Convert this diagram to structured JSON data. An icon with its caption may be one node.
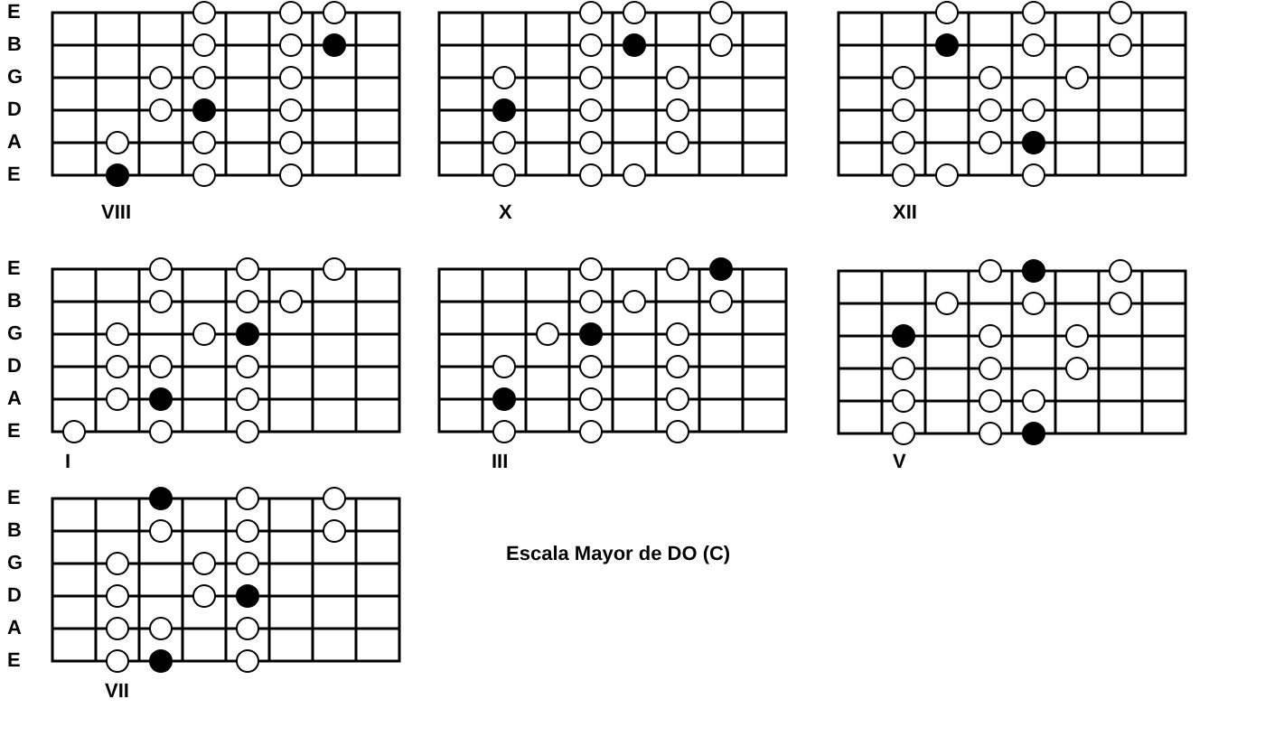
{
  "diagram": {
    "labels": [
      "E",
      "B",
      "G",
      "D",
      "A",
      "E",
      "VIII",
      "X",
      "XII",
      "E",
      "B",
      "G",
      "D",
      "A",
      "E",
      "I",
      "III",
      "V",
      "E",
      "B",
      "G",
      "D",
      "A",
      "E",
      "Escala Mayor de DO (C)",
      "VII"
    ]
  }
}
